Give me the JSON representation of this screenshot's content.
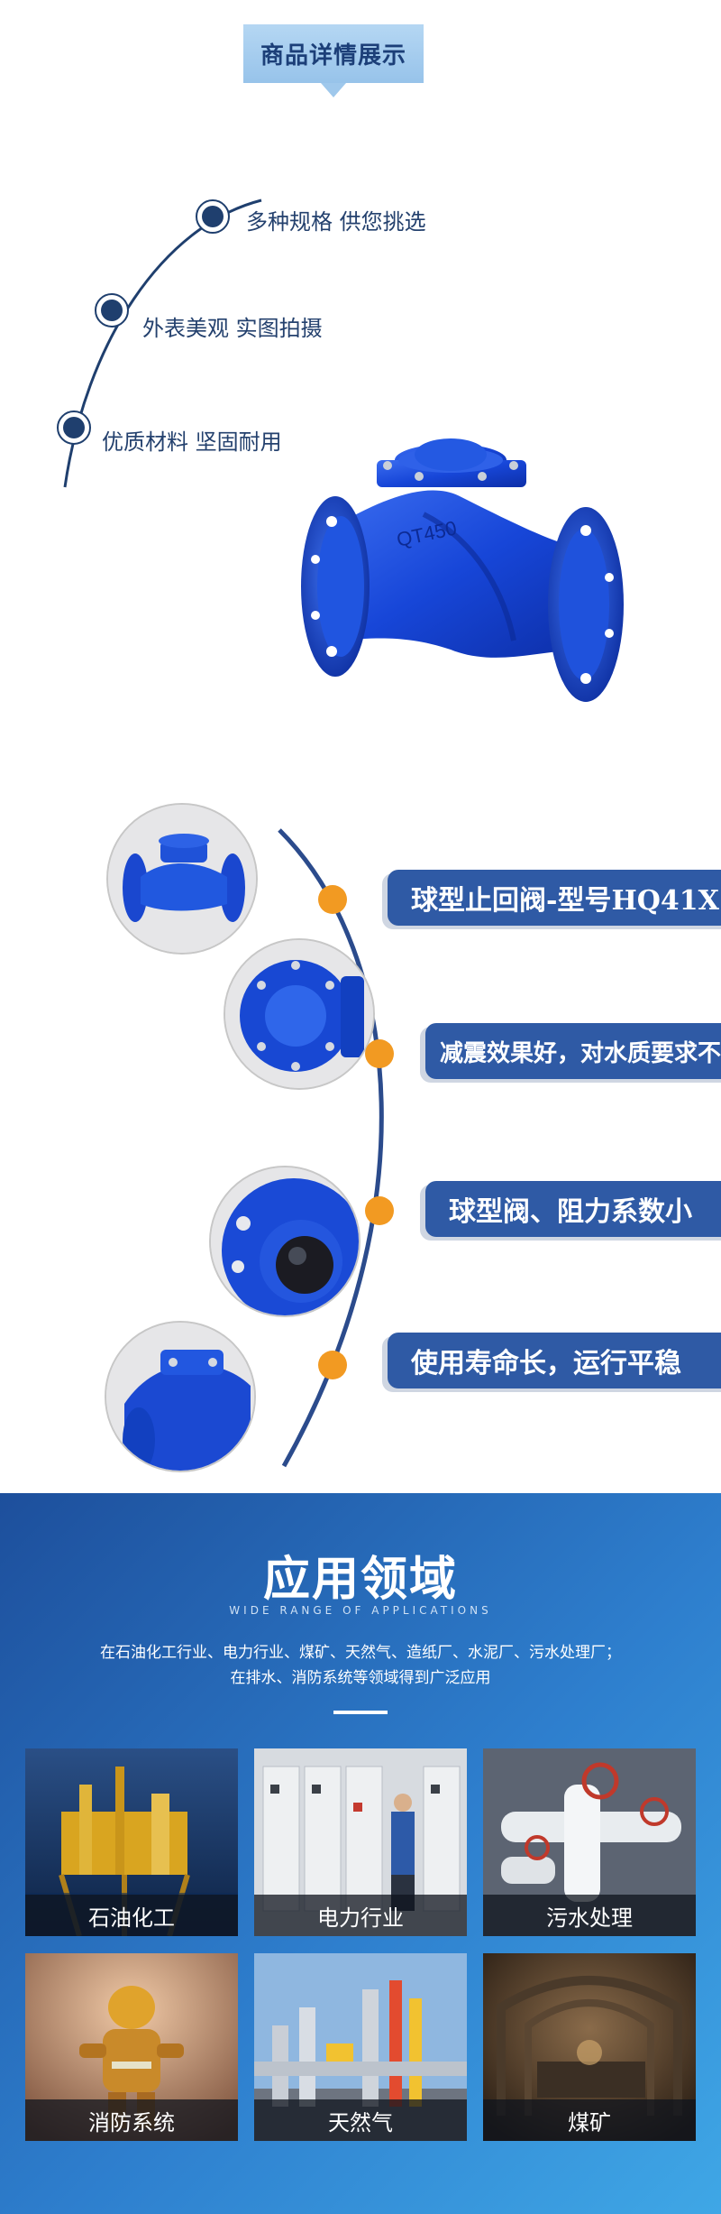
{
  "section1": {
    "title": "商品详情展示",
    "features": [
      "多种规格 供您挑选",
      "外表美观 实图拍摄",
      "优质材料 坚固耐用"
    ],
    "valve_marking": "QT450"
  },
  "section2": {
    "features": [
      "球型止回阀-型号HQ41X",
      "减震效果好，对水质要求不严",
      "球型阀、阻力系数小",
      "使用寿命长，运行平稳"
    ],
    "colors": {
      "pill": "#2f5aa5",
      "dot": "#f29a22",
      "arc": "#2b4b8c"
    }
  },
  "section3": {
    "title": "应用领域",
    "subtitle": "WIDE RANGE OF APPLICATIONS",
    "description_line1": "在石油化工行业、电力行业、煤矿、天然气、造纸厂、水泥厂、污水处理厂；",
    "description_line2": "在排水、消防系统等领域得到广泛应用",
    "tiles": [
      {
        "label": "石油化工",
        "icon": "oil-rig-icon"
      },
      {
        "label": "电力行业",
        "icon": "power-cabinet-icon"
      },
      {
        "label": "污水处理",
        "icon": "pipeline-valve-icon"
      },
      {
        "label": "消防系统",
        "icon": "firefighter-icon"
      },
      {
        "label": "天然气",
        "icon": "gas-pipes-icon"
      },
      {
        "label": "煤矿",
        "icon": "coal-mine-icon"
      }
    ],
    "colors": {
      "bg_start": "#1d4f9c",
      "bg_end": "#3fa7e6"
    }
  }
}
